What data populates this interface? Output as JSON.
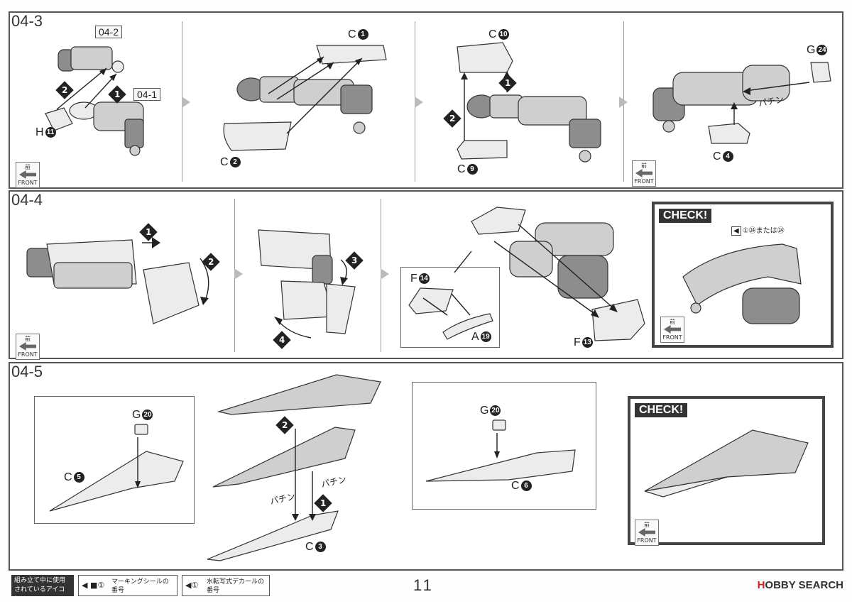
{
  "steps": {
    "s3": {
      "label": "04-3"
    },
    "s4": {
      "label": "04-4"
    },
    "s5": {
      "label": "04-5"
    }
  },
  "sub_refs": {
    "ref_a": "04-2",
    "ref_b": "04-1"
  },
  "parts": {
    "h11": {
      "letter": "H",
      "num": "11"
    },
    "c1": {
      "letter": "C",
      "num": "1"
    },
    "c2": {
      "letter": "C",
      "num": "2"
    },
    "c10": {
      "letter": "C",
      "num": "10"
    },
    "c9": {
      "letter": "C",
      "num": "9"
    },
    "g24": {
      "letter": "G",
      "num": "24"
    },
    "c4": {
      "letter": "C",
      "num": "4"
    },
    "f14": {
      "letter": "F",
      "num": "14"
    },
    "a19": {
      "letter": "A",
      "num": "19"
    },
    "f13": {
      "letter": "F",
      "num": "13"
    },
    "g20a": {
      "letter": "G",
      "num": "20"
    },
    "c5": {
      "letter": "C",
      "num": "5"
    },
    "g20b": {
      "letter": "G",
      "num": "20"
    },
    "c6": {
      "letter": "C",
      "num": "6"
    },
    "c3": {
      "letter": "C",
      "num": "3"
    }
  },
  "order": {
    "one": "1",
    "two": "2",
    "three": "3",
    "four": "4"
  },
  "front": {
    "kanji": "前",
    "word": "FRONT"
  },
  "snap_sfx": "パチン",
  "check": {
    "title": "CHECK!",
    "sticker_note": "①㉔または㉔"
  },
  "footer": {
    "legend_title": "組み立て中に使用されているアイコン",
    "marking_sticker": "マーキングシールの番号",
    "marking_icon": "①",
    "water_decal": "水転写式デカールの番号",
    "water_icon": "①",
    "page_number": "11",
    "brand_h": "H",
    "brand_rest": "OBBY SEARCH"
  }
}
